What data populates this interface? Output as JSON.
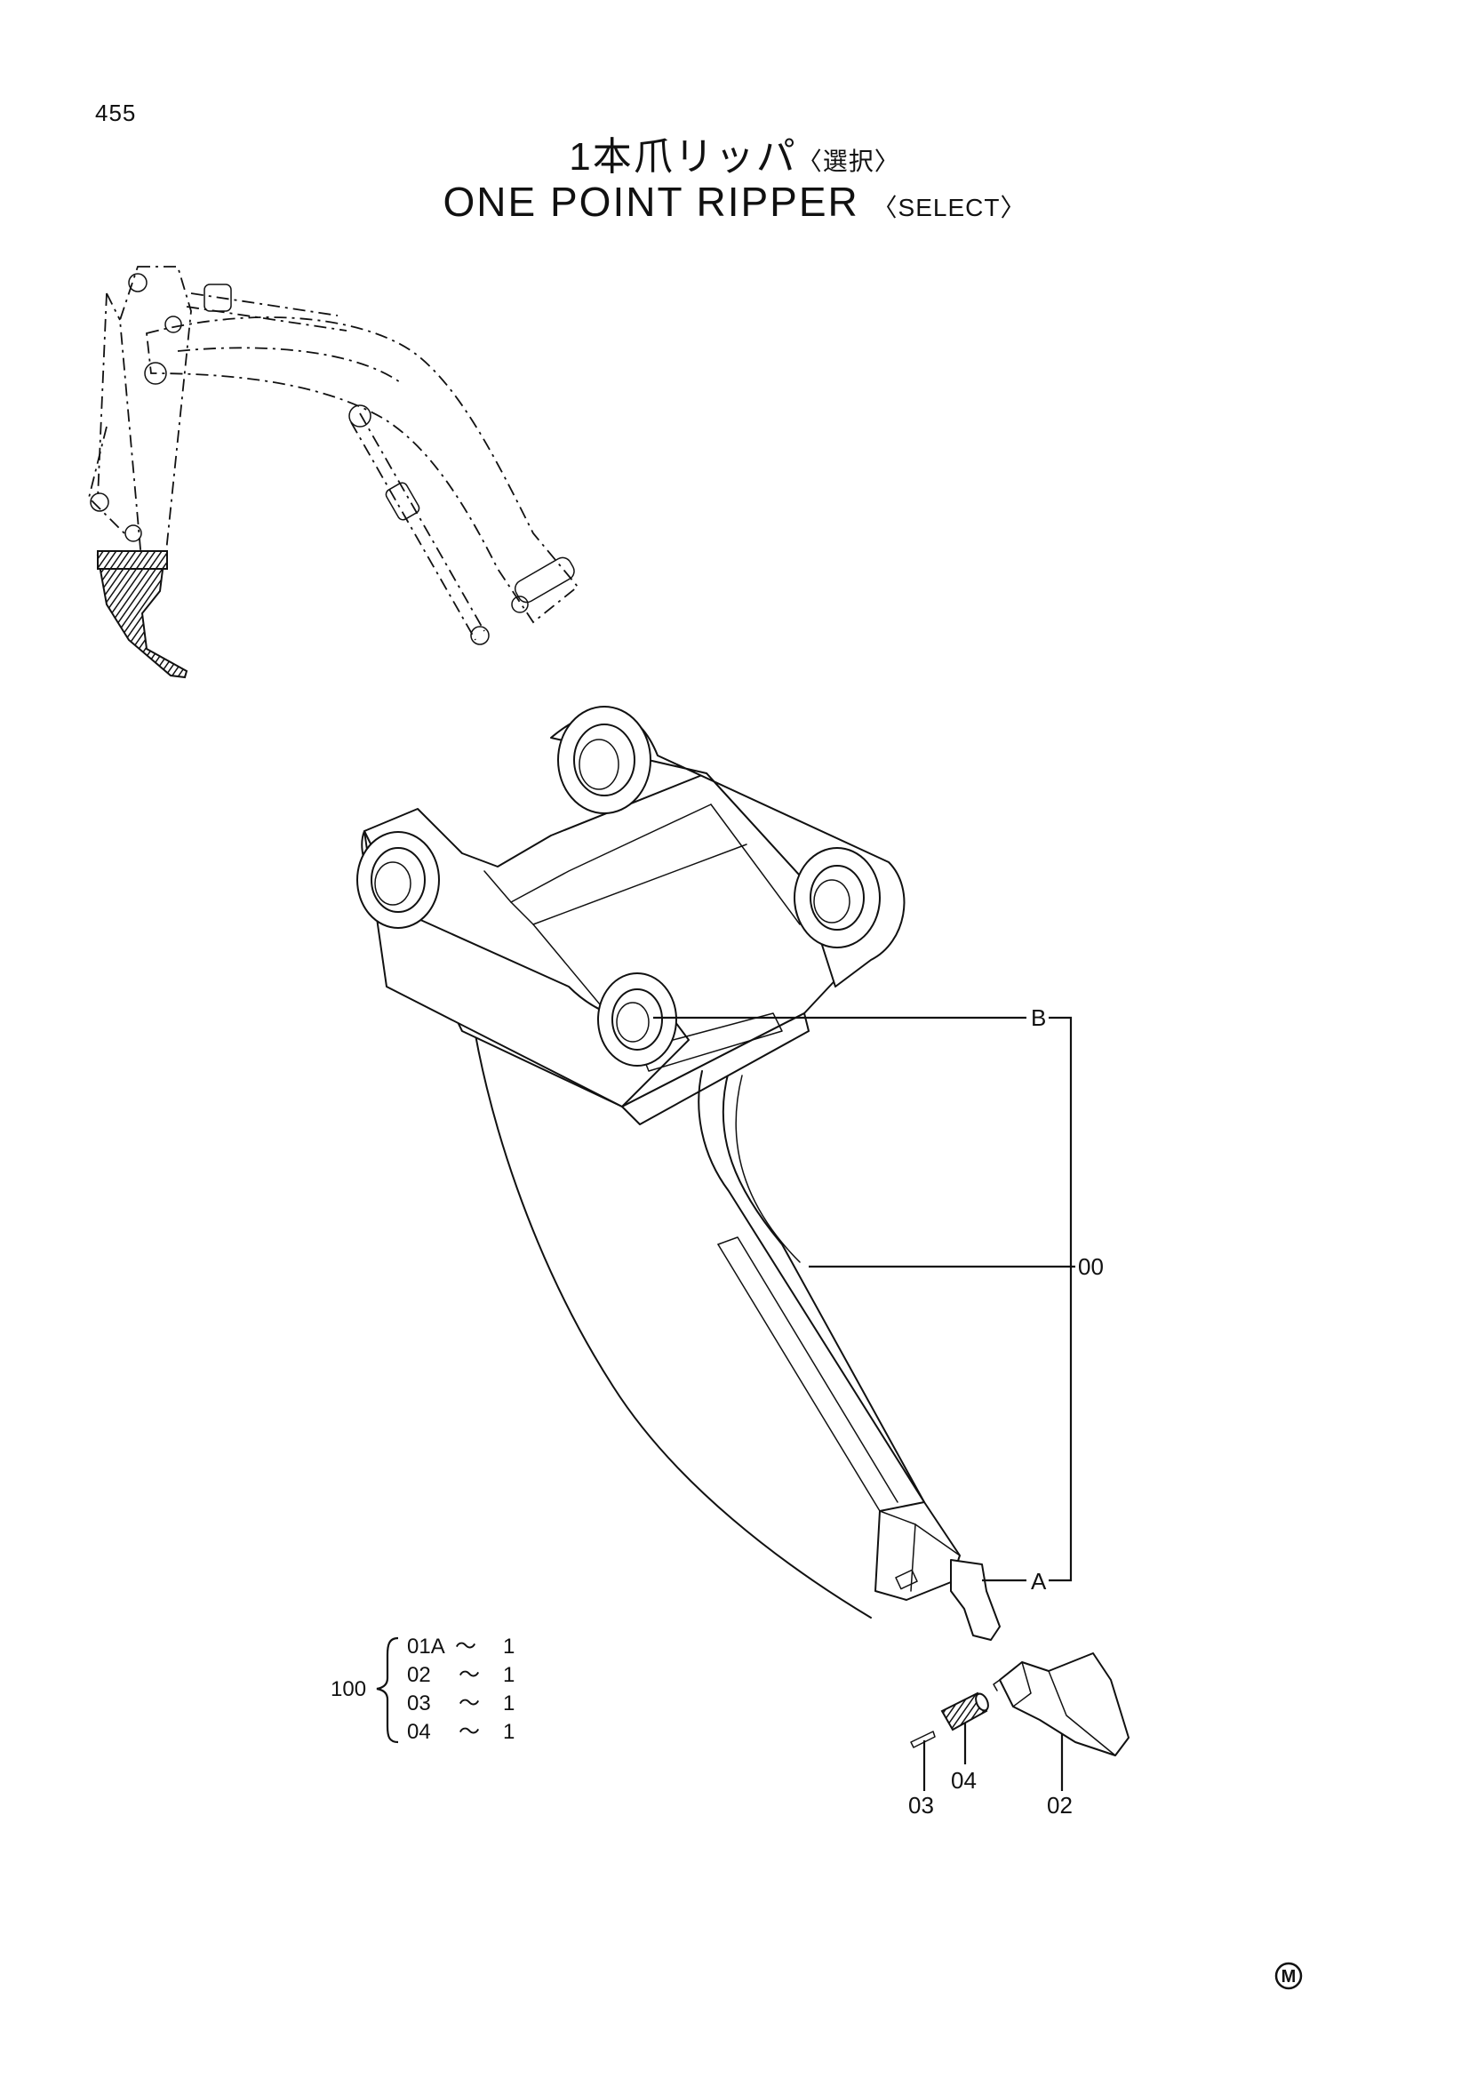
{
  "page": {
    "number": "455",
    "title_jp": "1本爪リッパ",
    "title_jp_sub": "〈選択〉",
    "title_en": "ONE POINT RIPPER",
    "title_en_sub": "〈SELECT〉"
  },
  "callouts": {
    "b": "B",
    "a": "A",
    "assembly": "00",
    "pin_small": "03",
    "pin_large": "04",
    "tooth": "02"
  },
  "kit": {
    "number": "100",
    "items": [
      {
        "part": "01A",
        "sep": "〜",
        "qty": "1"
      },
      {
        "part": "02",
        "sep": "〜",
        "qty": "1"
      },
      {
        "part": "03",
        "sep": "〜",
        "qty": "1"
      },
      {
        "part": "04",
        "sep": "〜",
        "qty": "1"
      }
    ]
  },
  "footer_mark": "M"
}
